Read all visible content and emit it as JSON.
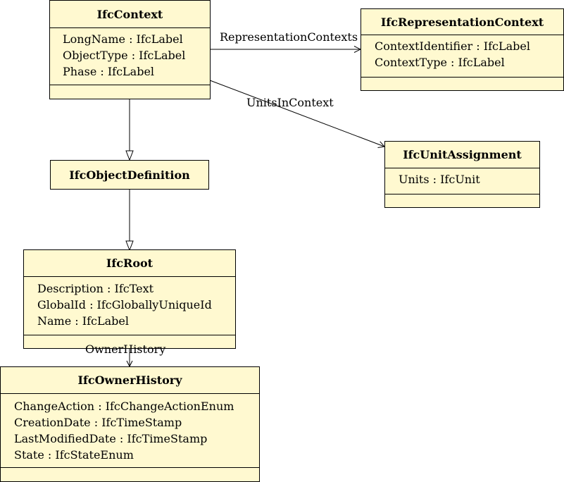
{
  "classes": {
    "ifc_context": {
      "name": "IfcContext",
      "attributes": [
        "LongName : IfcLabel",
        "ObjectType : IfcLabel",
        "Phase : IfcLabel"
      ]
    },
    "ifc_representation_context": {
      "name": "IfcRepresentationContext",
      "attributes": [
        "ContextIdentifier : IfcLabel",
        "ContextType : IfcLabel"
      ]
    },
    "ifc_unit_assignment": {
      "name": "IfcUnitAssignment",
      "attributes": [
        "Units : IfcUnit"
      ]
    },
    "ifc_object_definition": {
      "name": "IfcObjectDefinition"
    },
    "ifc_root": {
      "name": "IfcRoot",
      "attributes": [
        "Description : IfcText",
        "GlobalId : IfcGloballyUniqueId",
        "Name : IfcLabel"
      ]
    },
    "ifc_owner_history": {
      "name": "IfcOwnerHistory",
      "attributes": [
        "ChangeAction : IfcChangeActionEnum",
        "CreationDate : IfcTimeStamp",
        "LastModifiedDate : IfcTimeStamp",
        "State : IfcStateEnum"
      ]
    }
  },
  "associations": {
    "representation_contexts": "RepresentationContexts",
    "units_in_context": "UnitsInContext",
    "owner_history": "OwnerHistory"
  }
}
